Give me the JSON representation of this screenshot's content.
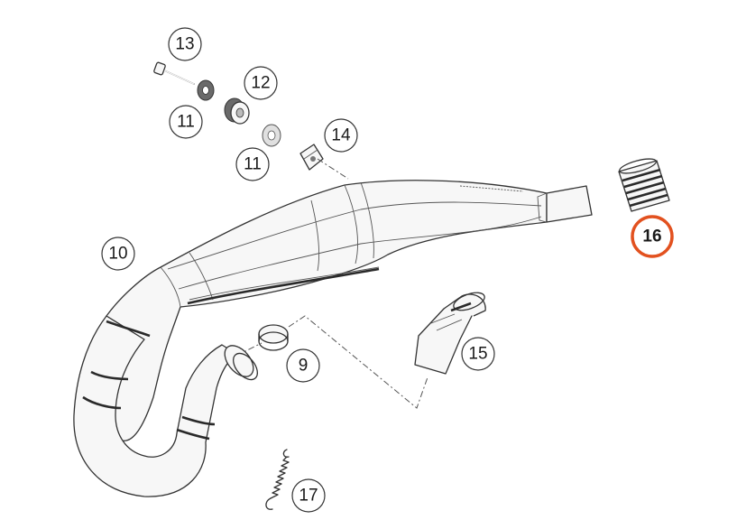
{
  "diagram": {
    "highlight_color": "#e2511f",
    "callouts": [
      {
        "id": "callout-13",
        "label": "13"
      },
      {
        "id": "callout-12",
        "label": "12"
      },
      {
        "id": "callout-11-upper",
        "label": "11"
      },
      {
        "id": "callout-14",
        "label": "14"
      },
      {
        "id": "callout-11-lower",
        "label": "11"
      },
      {
        "id": "callout-16",
        "label": "16",
        "highlighted": true
      },
      {
        "id": "callout-10",
        "label": "10"
      },
      {
        "id": "callout-9",
        "label": "9"
      },
      {
        "id": "callout-15",
        "label": "15"
      },
      {
        "id": "callout-17",
        "label": "17"
      }
    ]
  }
}
